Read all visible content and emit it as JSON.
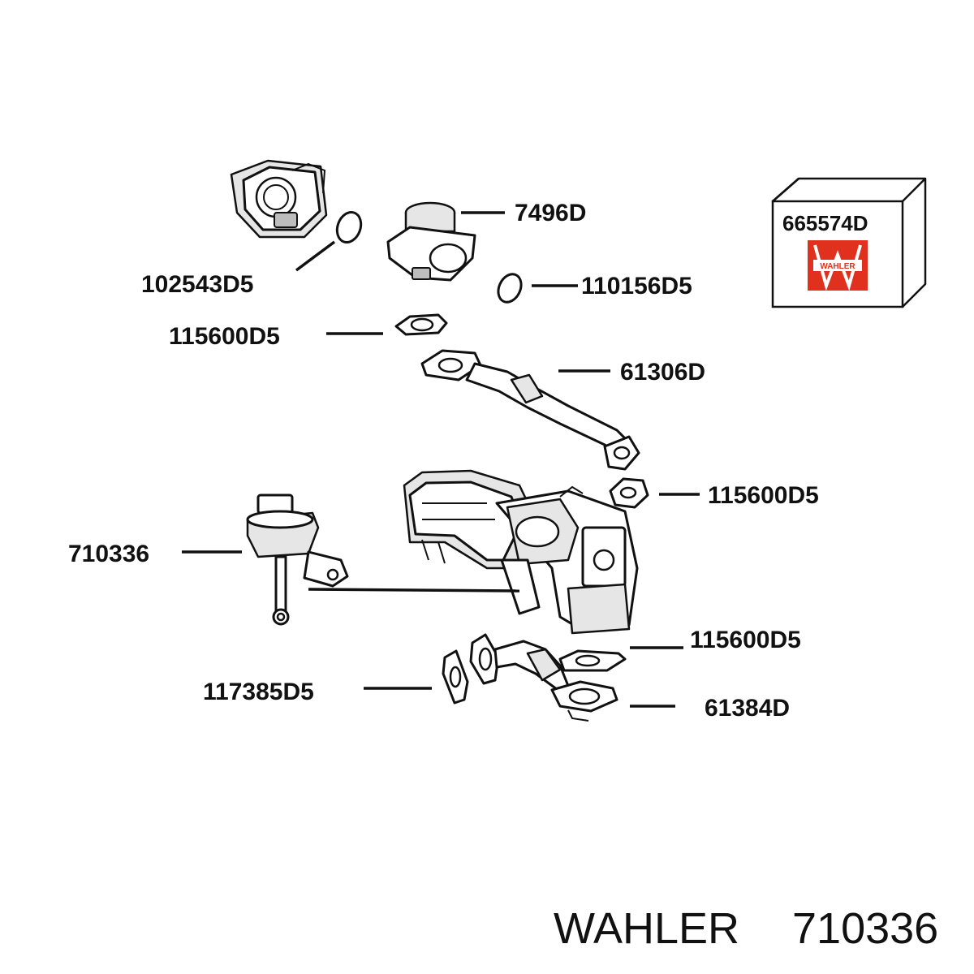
{
  "callouts": {
    "egr_valve": "7496D",
    "throttle_body": "102543D5",
    "oring": "110156D5",
    "gasket_top": "115600D5",
    "pipe_top": "61306D",
    "gasket_mid": "115600D5",
    "actuator": "710336",
    "gasket_low": "115600D5",
    "gasket_left": "117385D5",
    "pipe_low": "61384D"
  },
  "kit_box": {
    "code": "665574D",
    "logo_text": "WAHLER",
    "logo_color": "#e0301e"
  },
  "caption": {
    "brand": "WAHLER",
    "part_number": "710336"
  }
}
